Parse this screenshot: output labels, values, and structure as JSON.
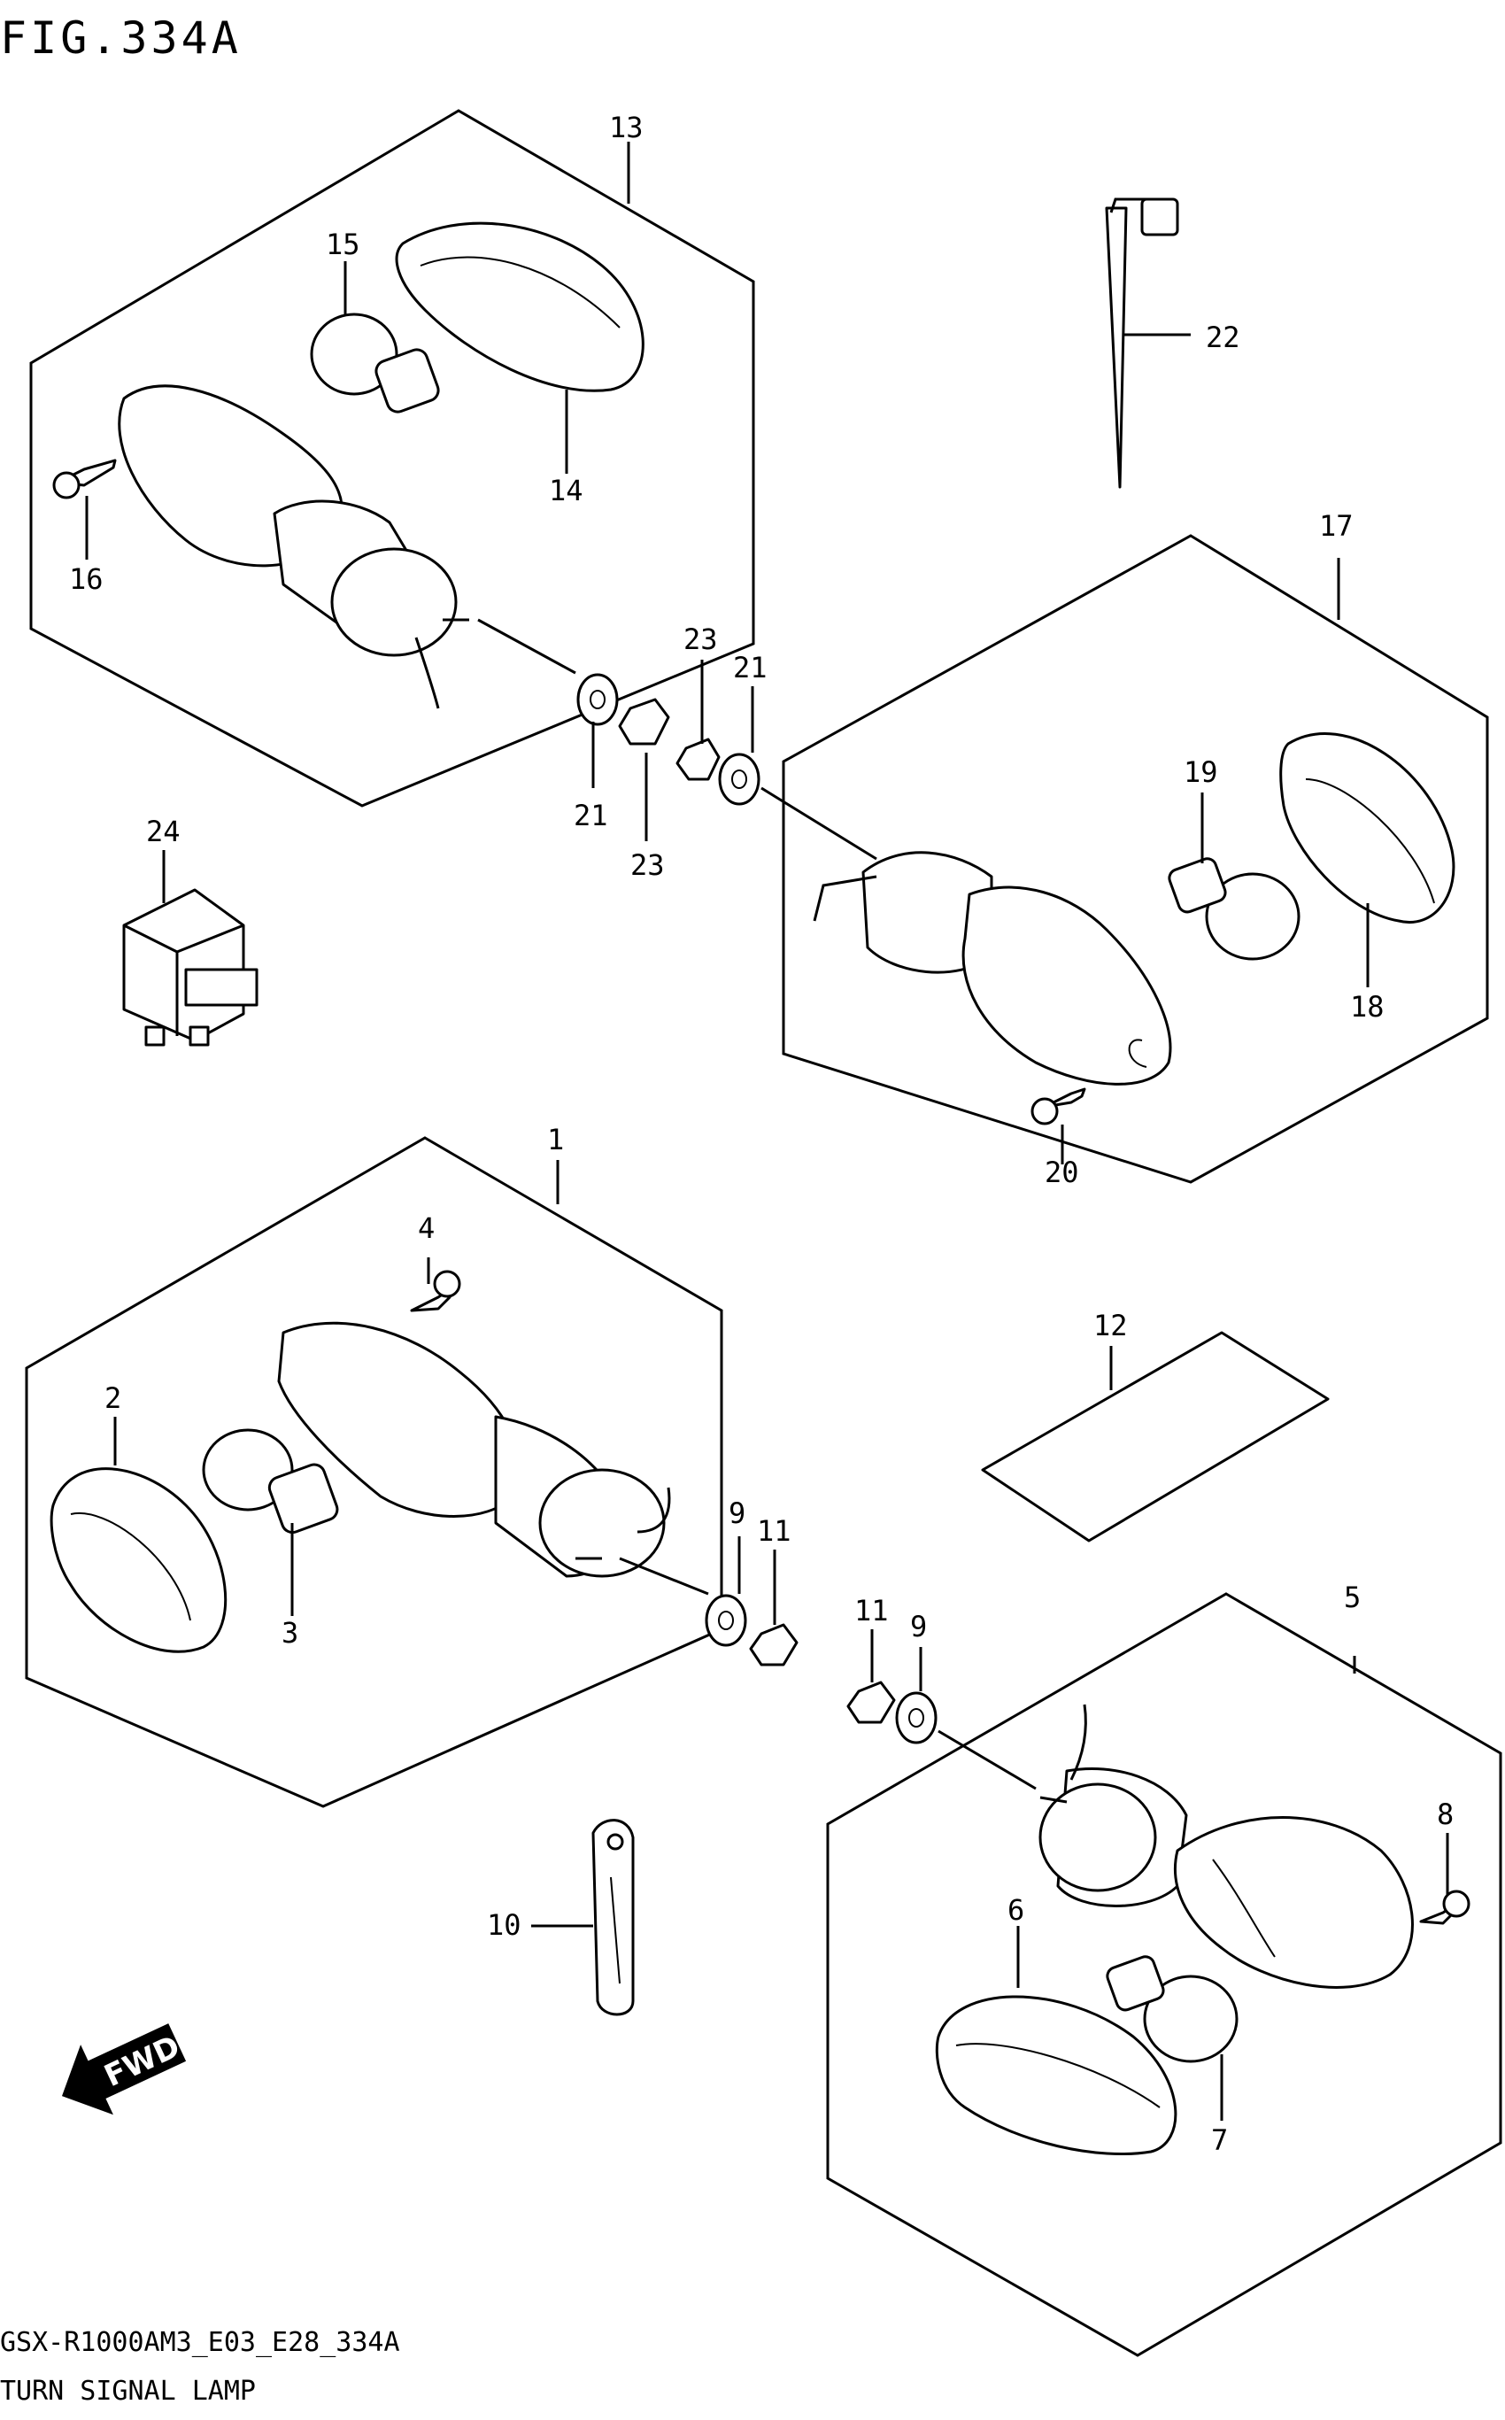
{
  "figure": {
    "title": "FIG.334A"
  },
  "footer": {
    "model_code": "GSX-R1000AM3_E03_E28_334A",
    "caption": "TURN SIGNAL LAMP"
  },
  "direction_badge": {
    "label": "FWD",
    "icon": "fwd-arrow-icon"
  },
  "callouts": {
    "p1": "1",
    "p2": "2",
    "p3": "3",
    "p4": "4",
    "p5": "5",
    "p6": "6",
    "p7": "7",
    "p8": "8",
    "p9a": "9",
    "p9b": "9",
    "p10": "10",
    "p11a": "11",
    "p11b": "11",
    "p12": "12",
    "p13": "13",
    "p14": "14",
    "p15": "15",
    "p16": "16",
    "p17": "17",
    "p18": "18",
    "p19": "19",
    "p20": "20",
    "p21a": "21",
    "p21b": "21",
    "p22": "22",
    "p23a": "23",
    "p23b": "23",
    "p24": "24"
  }
}
